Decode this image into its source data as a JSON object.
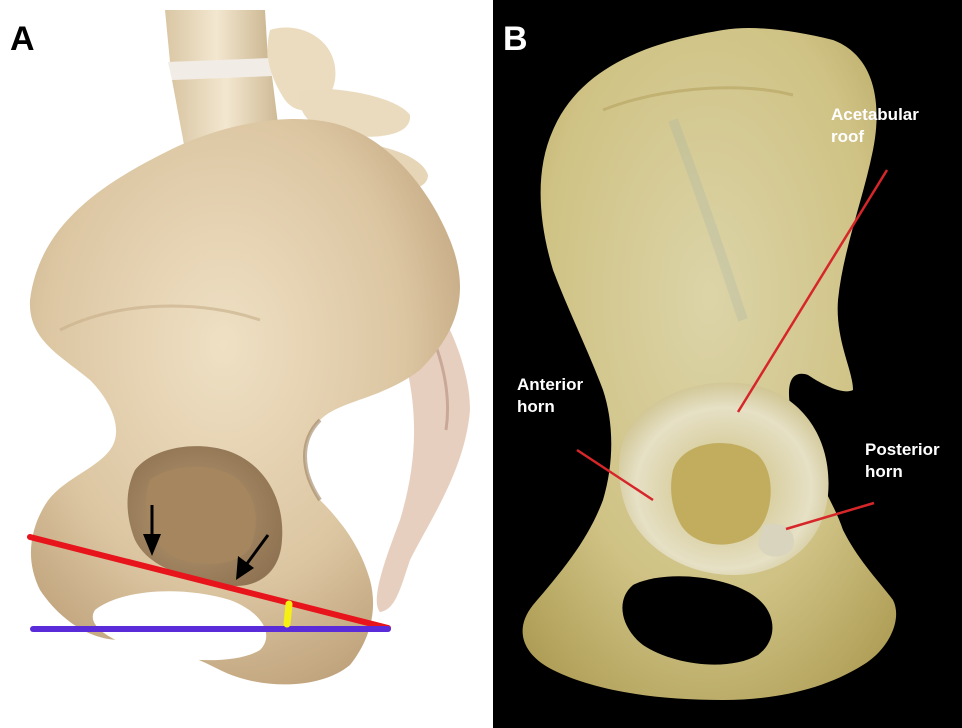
{
  "panels": {
    "a": {
      "letter": "A",
      "colors": {
        "red_line": "#e8141c",
        "blue_line": "#5a2bd9",
        "yellow_mark": "#f6ef14",
        "arrow": "#000000",
        "bone": "#e3cfae"
      }
    },
    "b": {
      "letter": "B",
      "labels": {
        "acetabular_roof": [
          "Acetabular",
          "roof"
        ],
        "anterior_horn": [
          "Anterior",
          "horn"
        ],
        "posterior_horn": [
          "Posterior",
          "horn"
        ]
      },
      "colors": {
        "leader_line": "#d7262a",
        "background": "#000000",
        "bone": "#d8cd95",
        "label_text": "#ffffff"
      }
    }
  }
}
